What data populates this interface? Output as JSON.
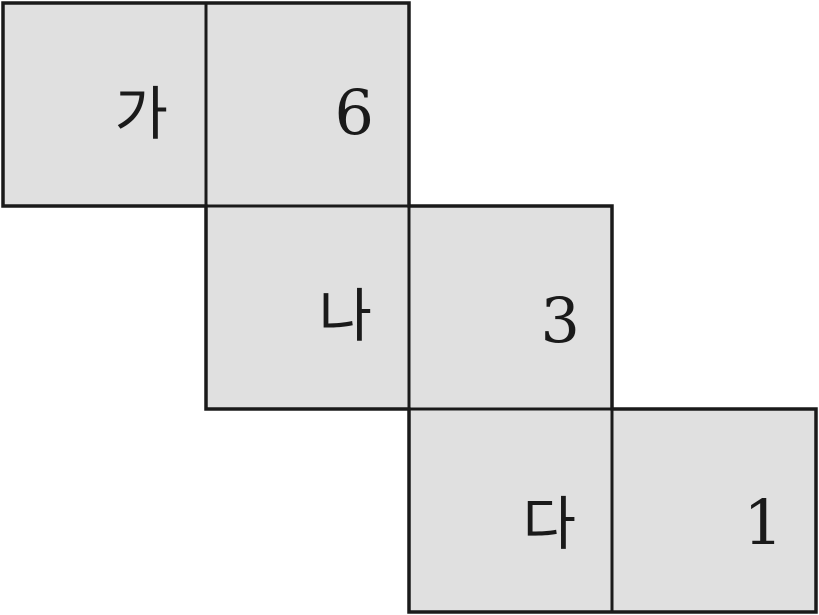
{
  "diagram": {
    "face_fill": "#e0e0e0",
    "line_color": "#1a1a1a",
    "faces": [
      {
        "label": "가"
      },
      {
        "label": "6"
      },
      {
        "label": "나"
      },
      {
        "label": "3"
      },
      {
        "label": "다"
      },
      {
        "label": "1"
      }
    ]
  }
}
